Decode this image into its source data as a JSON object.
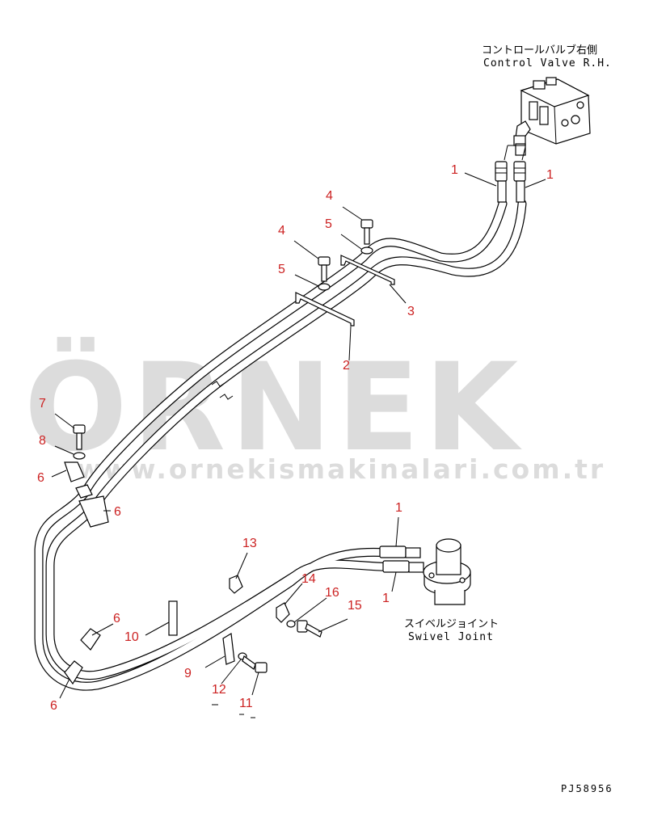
{
  "watermark": {
    "brand": "ÖRNEK",
    "url": "www.ornekismakinalari.com.tr",
    "accent_color": "#f5e6b0",
    "text_color": "#dcdcdc"
  },
  "captions": {
    "control_valve_jp": "コントロールバルブ右側",
    "control_valve_en": "Control Valve R.H.",
    "swivel_joint_jp": "スイベルジョイント",
    "swivel_joint_en": "Swivel Joint"
  },
  "drawing_code": "PJ58956",
  "callout_color": "#cc2222",
  "callouts": [
    {
      "id": "hose-top-left",
      "label": "1"
    },
    {
      "id": "hose-top-right",
      "label": "1"
    },
    {
      "id": "bolt-upper",
      "label": "4"
    },
    {
      "id": "washer-upper",
      "label": "5"
    },
    {
      "id": "bolt-lower",
      "label": "4"
    },
    {
      "id": "washer-lower",
      "label": "5"
    },
    {
      "id": "bracket-upper",
      "label": "3"
    },
    {
      "id": "bracket-lower",
      "label": "2"
    },
    {
      "id": "bolt-left",
      "label": "7"
    },
    {
      "id": "washer-left",
      "label": "8"
    },
    {
      "id": "clamp-left-a",
      "label": "6"
    },
    {
      "id": "clamp-left-b",
      "label": "6"
    },
    {
      "id": "hose-swivel-top",
      "label": "1"
    },
    {
      "id": "hose-swivel-bottom",
      "label": "1"
    },
    {
      "id": "clip-13",
      "label": "13"
    },
    {
      "id": "clip-14",
      "label": "14"
    },
    {
      "id": "washer-16",
      "label": "16"
    },
    {
      "id": "bolt-15",
      "label": "15"
    },
    {
      "id": "plate-10",
      "label": "10"
    },
    {
      "id": "clamp-bottom-a",
      "label": "6"
    },
    {
      "id": "clamp-bottom-b",
      "label": "6"
    },
    {
      "id": "clip-9",
      "label": "9"
    },
    {
      "id": "washer-12",
      "label": "12"
    },
    {
      "id": "bolt-11",
      "label": "11"
    }
  ]
}
